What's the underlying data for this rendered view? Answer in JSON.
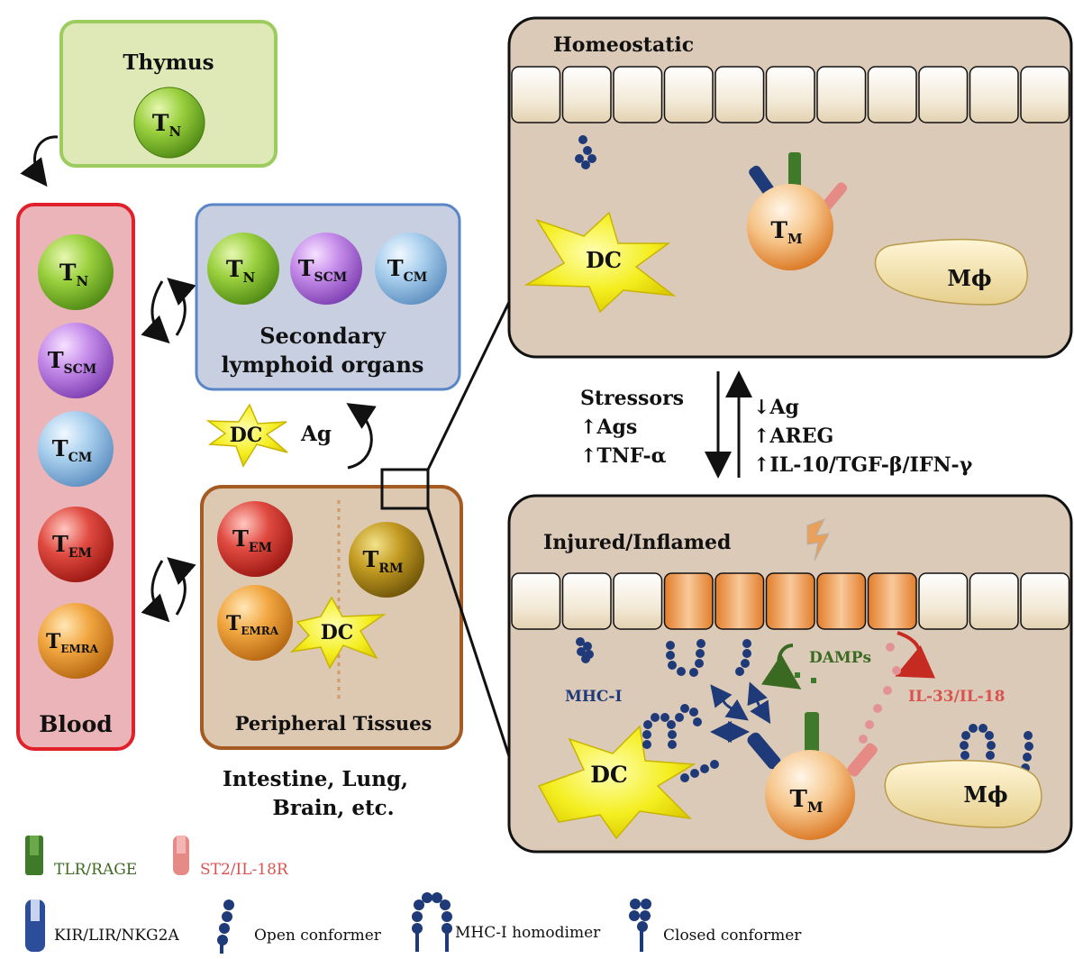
{
  "thymus": {
    "title": "Thymus",
    "cells": [
      {
        "main": "T",
        "sub": "N",
        "color": "green"
      }
    ]
  },
  "blood": {
    "title": "Blood",
    "cells": [
      {
        "main": "T",
        "sub": "N",
        "color": "green"
      },
      {
        "main": "T",
        "sub": "SCM",
        "color": "purple"
      },
      {
        "main": "T",
        "sub": "CM",
        "color": "blue"
      },
      {
        "main": "T",
        "sub": "EM",
        "color": "red"
      },
      {
        "main": "T",
        "sub": "EMRA",
        "color": "orange"
      }
    ]
  },
  "secondary": {
    "title_line1": "Secondary",
    "title_line2": "lymphoid organs",
    "cells": [
      {
        "main": "T",
        "sub": "N",
        "color": "green"
      },
      {
        "main": "T",
        "sub": "SCM",
        "color": "purple"
      },
      {
        "main": "T",
        "sub": "CM",
        "color": "blue"
      }
    ]
  },
  "dc_ag": {
    "dc": "DC",
    "ag": "Ag"
  },
  "peripheral": {
    "title": "Peripheral Tissues",
    "cells": [
      {
        "main": "T",
        "sub": "EM",
        "color": "red"
      },
      {
        "main": "T",
        "sub": "EMRA",
        "color": "orange"
      },
      {
        "main": "T",
        "sub": "RM",
        "color": "olive"
      }
    ],
    "dc": "DC",
    "examples_line1": "Intestine, Lung,",
    "examples_line2": "Brain, etc."
  },
  "homeostatic": {
    "title": "Homeostatic",
    "dc": "DC",
    "tm_main": "T",
    "tm_sub": "M",
    "mphi": "Mϕ"
  },
  "transition": {
    "left": [
      "Stressors",
      "↑Ags",
      "↑TNF-α"
    ],
    "right": [
      "↓Ag",
      "↑AREG",
      "↑IL-10/TGF-β/IFN-γ"
    ]
  },
  "inflamed": {
    "title": "Injured/Inflamed",
    "dc": "DC",
    "tm_main": "T",
    "tm_sub": "M",
    "mphi": "Mϕ",
    "mhc_label": "MHC-I",
    "damps_label": "DAMPs",
    "il_label": "IL-33/IL-18"
  },
  "legend": {
    "tlr": "TLR/RAGE",
    "st2": "ST2/IL-18R",
    "kir": "KIR/LIR/NKG2A",
    "open": "Open conformer",
    "homodimer": "MHC-I homodimer",
    "closed": "Closed conformer"
  },
  "colors": {
    "thymus_bg": "#dfe9b8",
    "thymus_border": "#9ccc5e",
    "blood_bg": "#eab4b8",
    "blood_border": "#e0202a",
    "secondary_bg": "#c7cfe0",
    "secondary_border": "#5a86c8",
    "tissue_bg": "#ddc8b2",
    "tissue_border": "#a55a22",
    "zoom_bg": "#dccab8",
    "mhc_blue": "#1f3a78",
    "tlr_green": "#3f7a2a",
    "st2_red": "#d9534f"
  }
}
